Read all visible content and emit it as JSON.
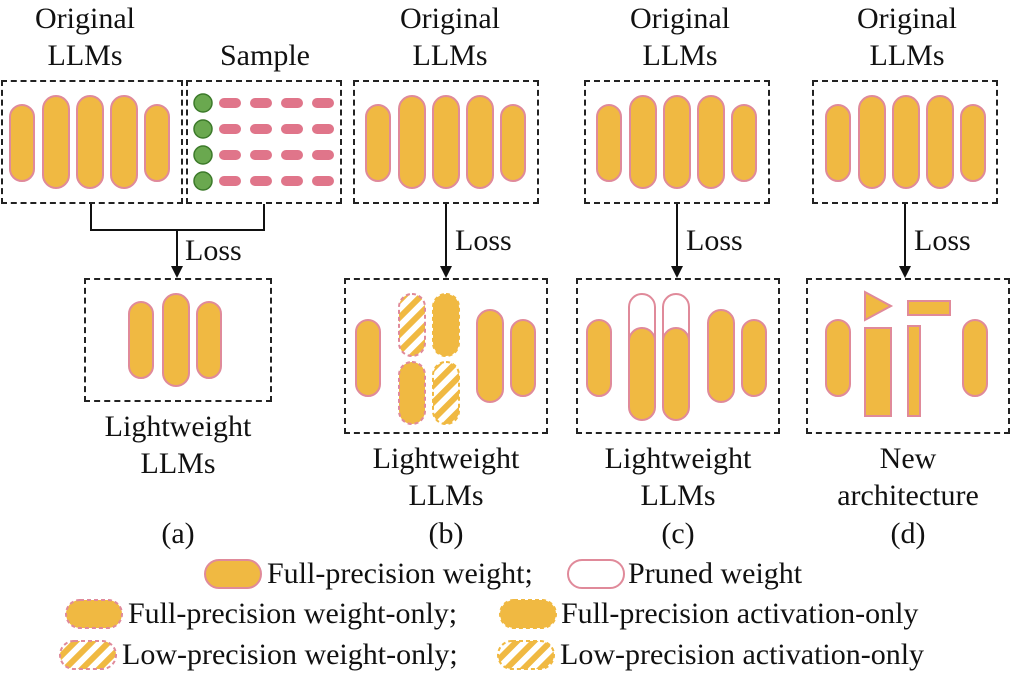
{
  "colors": {
    "weight": "#f0b942",
    "weight_border": "#e08a9a",
    "sample_dot": "#6aa84f",
    "sample_dot_border": "#3c7a2a",
    "sample_dash": "#e0758a"
  },
  "panels": [
    {
      "id": "a",
      "original_label": "Original\nLLMs",
      "sample_label": "Sample",
      "loss_label": "Loss",
      "result_label": "Lightweight\nLLMs",
      "caption": "(a)"
    },
    {
      "id": "b",
      "original_label": "Original\nLLMs",
      "loss_label": "Loss",
      "result_label": "Lightweight\nLLMs",
      "caption": "(b)"
    },
    {
      "id": "c",
      "original_label": "Original\nLLMs",
      "loss_label": "Loss",
      "result_label": "Lightweight\nLLMs",
      "caption": "(c)"
    },
    {
      "id": "d",
      "original_label": "Original\nLLMs",
      "loss_label": "Loss",
      "result_label": "New\narchitecture",
      "caption": "(d)"
    }
  ],
  "legend": {
    "full_precision_weight": "Full-precision weight;",
    "pruned_weight": "Pruned weight",
    "fp_weight_only": "Full-precision weight-only;",
    "fp_activation_only": "Full-precision activation-only",
    "lp_weight_only": "Low-precision weight-only;",
    "lp_activation_only": "Low-precision activation-only"
  }
}
